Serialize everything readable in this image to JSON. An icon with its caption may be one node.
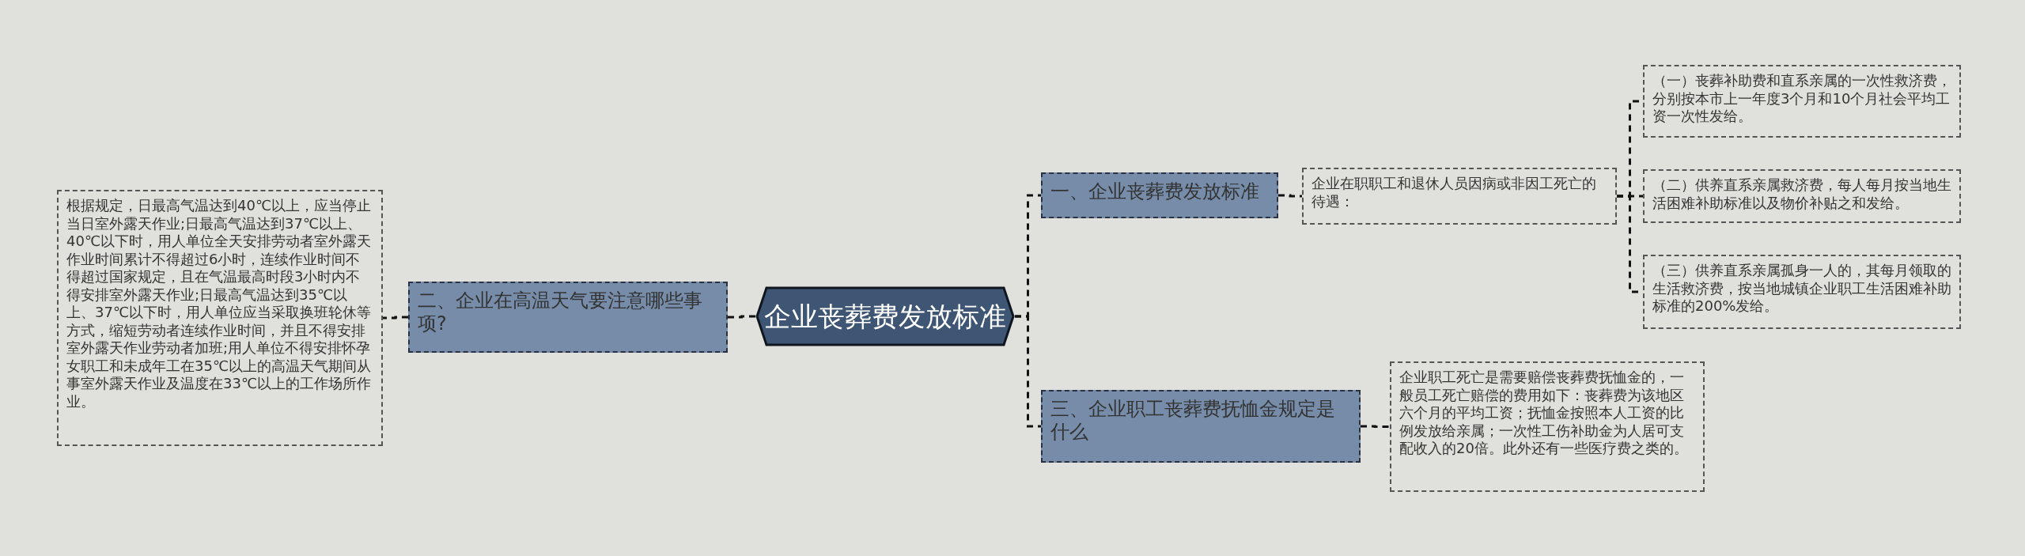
{
  "diagram": {
    "nodes": [
      {
        "text": [
          "企业丧葬费发放标准"
        ]
      },
      {
        "text": [
          "二、企业在高温天气要注意哪些事项?"
        ]
      },
      {
        "text": [
          "根据规定，日最高气温达到40℃以上，应当停止当日室外露天作业;日最高气温达到37℃以上、40℃以下时，用人单位全天安排劳动者室外露天作业时间累计不得超过6小时，连续作业时间不得超过国家规定，且在气温最高时段3小时内不得安排室外露天作业;日最高气温达到35℃以上、37℃以下时，用人单位应当采取换班轮休等方式，缩短劳动者连续作业时间，并且不得安排室外露天作业劳动者加班;用人单位不得安排怀孕女职工和未成年工在35℃以上的高温天气期间从事室外露天作业及温度在33℃以上的工作场所作业。"
        ]
      },
      {
        "text": [
          "一、企业丧葬费发放标准"
        ]
      },
      {
        "text": [
          "企业在职职工和退休人员因病或非因工死亡的待遇："
        ]
      },
      {
        "text": [
          "（一）丧葬补助费和直系亲属的一次性救济费，分别按本市上一年度3个月和10个月社会平均工资一次性发给。"
        ]
      },
      {
        "text": [
          "（二）供养直系亲属救济费，每人每月按当地生活困难补助标准以及物价补贴之和发给。"
        ]
      },
      {
        "text": [
          "（三）供养直系亲属孤身一人的，其每月领取的生活救济费，按当地城镇企业职工生活困难补助标准的200%发给。"
        ]
      },
      {
        "text": [
          "三、企业职工丧葬费抚恤金规定是什么"
        ]
      },
      {
        "text": [
          "企业职工死亡是需要赔偿丧葬费抚恤金的，一般员工死亡赔偿的费用如下：丧葬费为该地区六个月的平均工资；抚恤金按照本人工资的比例发放给亲属；一次性工伤补助金为人居可支配收入的20倍。此外还有一些医疗费之类的。"
        ]
      }
    ],
    "edges": [
      {
        "from": 0,
        "to": 1,
        "arrow": "none"
      },
      {
        "from": 1,
        "to": 2,
        "arrow": "none"
      },
      {
        "from": 0,
        "to": 3,
        "arrow": "none"
      },
      {
        "from": 0,
        "to": 8,
        "arrow": "none"
      },
      {
        "from": 3,
        "to": 4,
        "arrow": "none"
      },
      {
        "from": 4,
        "to": 5,
        "arrow": "none"
      },
      {
        "from": 4,
        "to": 6,
        "arrow": "none"
      },
      {
        "from": 4,
        "to": 7,
        "arrow": "none"
      },
      {
        "from": 8,
        "to": 9,
        "arrow": "none"
      }
    ]
  }
}
